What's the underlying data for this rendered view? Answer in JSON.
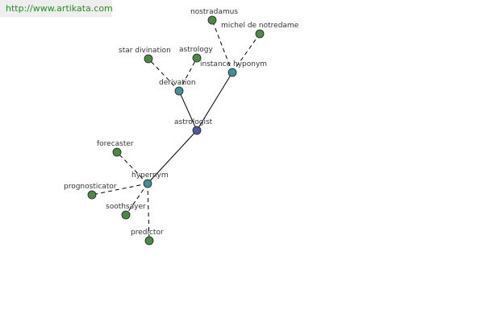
{
  "header": {
    "url_text": "http://www.artikata.com"
  },
  "colors": {
    "root": "#4e5aa0",
    "relation": "#3f8f96",
    "leaf": "#4a8a44",
    "edge": "#000000",
    "url": "#2a8a2a"
  },
  "graph": {
    "nodes": [
      {
        "id": "astrologist",
        "label": "astrologist",
        "kind": "root"
      },
      {
        "id": "derivation",
        "label": "derivation",
        "kind": "relation"
      },
      {
        "id": "instance-hyponym",
        "label": "instance hyponym",
        "kind": "relation"
      },
      {
        "id": "hypernym",
        "label": "hypernym",
        "kind": "relation"
      },
      {
        "id": "star-divination",
        "label": "star divination",
        "kind": "leaf"
      },
      {
        "id": "astrology",
        "label": "astrology",
        "kind": "leaf"
      },
      {
        "id": "nostradamus",
        "label": "nostradamus",
        "kind": "leaf"
      },
      {
        "id": "michel-de-notredame",
        "label": "michel de notredame",
        "kind": "leaf"
      },
      {
        "id": "forecaster",
        "label": "forecaster",
        "kind": "leaf"
      },
      {
        "id": "prognosticator",
        "label": "prognosticator",
        "kind": "leaf"
      },
      {
        "id": "soothsayer",
        "label": "soothsayer",
        "kind": "leaf"
      },
      {
        "id": "predictor",
        "label": "predictor",
        "kind": "leaf"
      }
    ],
    "edges": [
      {
        "from": "astrologist",
        "to": "derivation",
        "style": "solid"
      },
      {
        "from": "astrologist",
        "to": "instance-hyponym",
        "style": "solid"
      },
      {
        "from": "astrologist",
        "to": "hypernym",
        "style": "solid"
      },
      {
        "from": "derivation",
        "to": "star-divination",
        "style": "dashed"
      },
      {
        "from": "derivation",
        "to": "astrology",
        "style": "dashed"
      },
      {
        "from": "instance-hyponym",
        "to": "nostradamus",
        "style": "dashed"
      },
      {
        "from": "instance-hyponym",
        "to": "michel-de-notredame",
        "style": "dashed"
      },
      {
        "from": "hypernym",
        "to": "forecaster",
        "style": "dashed"
      },
      {
        "from": "hypernym",
        "to": "prognosticator",
        "style": "dashed"
      },
      {
        "from": "hypernym",
        "to": "soothsayer",
        "style": "dashed"
      },
      {
        "from": "hypernym",
        "to": "predictor",
        "style": "dashed"
      }
    ]
  }
}
